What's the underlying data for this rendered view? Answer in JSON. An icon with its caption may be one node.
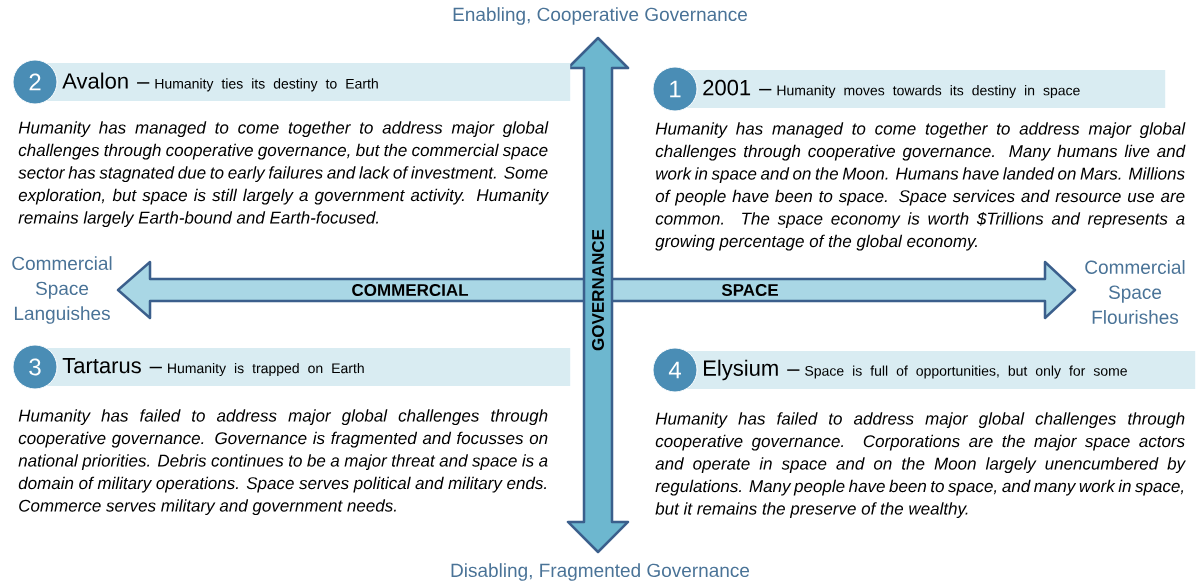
{
  "diagram": {
    "nodes": [
      {
        "text": [
          "2",
          "Avalon –",
          "Humanity ties its destiny to Earth",
          "Humanity has managed to come together to address major global challenges through cooperative governance, but the commercial space sector has stagnated due to early failures and lack of investment. Some exploration, but space is still largely a government activity. Humanity remains largely Earth-bound and Earth-focused."
        ]
      },
      {
        "text": [
          "1",
          "2001 –",
          "Humanity moves towards its destiny in space",
          "Humanity has managed to come together to address major global challenges through cooperative governance. Many humans live and work in space and on the Moon. Humans have landed on Mars. Millions of people have been to space. Space services and resource use are common. The space economy is worth $Trillions and represents a growing percentage of the global economy."
        ]
      },
      {
        "text": [
          "3",
          "Tartarus –",
          "Humanity is trapped on Earth",
          "Humanity has failed to address major global challenges through cooperative governance. Governance is fragmented and focusses on national priorities. Debris continues to be a major threat and space is a domain of military operations. Space serves political and military ends. Commerce serves military and government needs."
        ]
      },
      {
        "text": [
          "4",
          "Elysium –",
          "Space is full of opportunities, but only for some",
          "Humanity has failed to address major global challenges through cooperative governance. Corporations are the major space actors and operate in space and on the Moon largely unencumbered by regulations. Many people have been to space, and many work in space, but it remains the preserve of the wealthy."
        ]
      }
    ],
    "edges": [],
    "labels": [
      "Enabling, Cooperative Governance",
      "Commercial Space Languishes",
      "COMMERCIAL",
      "GOVERNANCE",
      "SPACE",
      "Commercial Space Flourishes",
      "Disabling, Fragmented Governance"
    ]
  }
}
